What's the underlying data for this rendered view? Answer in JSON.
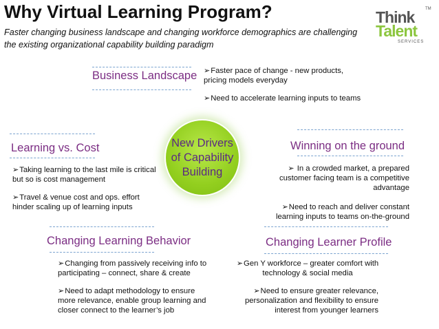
{
  "title": "Why Virtual Learning Program?",
  "subtitle": "Faster changing business landscape and changing workforce demographics are challenging the existing organizational capability building paradigm",
  "logo": {
    "line1": "Think",
    "line2": "Talent",
    "tm": "TM",
    "services": "SERVICES"
  },
  "center": {
    "text": "New Drivers of Capability Building"
  },
  "business_landscape": {
    "heading": "Business Landscape",
    "bullets": [
      "Faster pace of change - new products, pricing models everyday",
      "Need to accelerate learning inputs to teams"
    ]
  },
  "learning_vs_cost": {
    "heading": "Learning vs. Cost",
    "bullets": [
      "Taking learning to the last mile is critical but so is cost management",
      "Travel & venue cost and ops. effort hinder scaling up of learning inputs"
    ]
  },
  "winning_on_ground": {
    "heading": "Winning on the ground",
    "bullets": [
      " In a crowded market, a prepared customer facing team is a competitive advantage",
      "Need to reach and deliver constant learning inputs to teams on-the-ground"
    ]
  },
  "changing_learning_behavior": {
    "heading": "Changing Learning Behavior",
    "bullets": [
      "Changing from passively receiving info to participating – connect, share & create",
      "Need to adapt methodology to ensure more relevance, enable group learning and closer connect to the learner’s job"
    ]
  },
  "changing_learner_profile": {
    "heading": "Changing Learner Profile",
    "bullets": [
      "Gen Y workforce – greater comfort with technology & social media",
      "Need to ensure greater relevance, personalization and flexibility to ensure interest from younger learners"
    ]
  },
  "arrow_glyph": "➢",
  "colors": {
    "heading": "#7b2d83",
    "dash": "#7aa3cf",
    "circle": "#93cf1f",
    "circle_text": "#5b2a82",
    "logo_green": "#8cc63f"
  }
}
